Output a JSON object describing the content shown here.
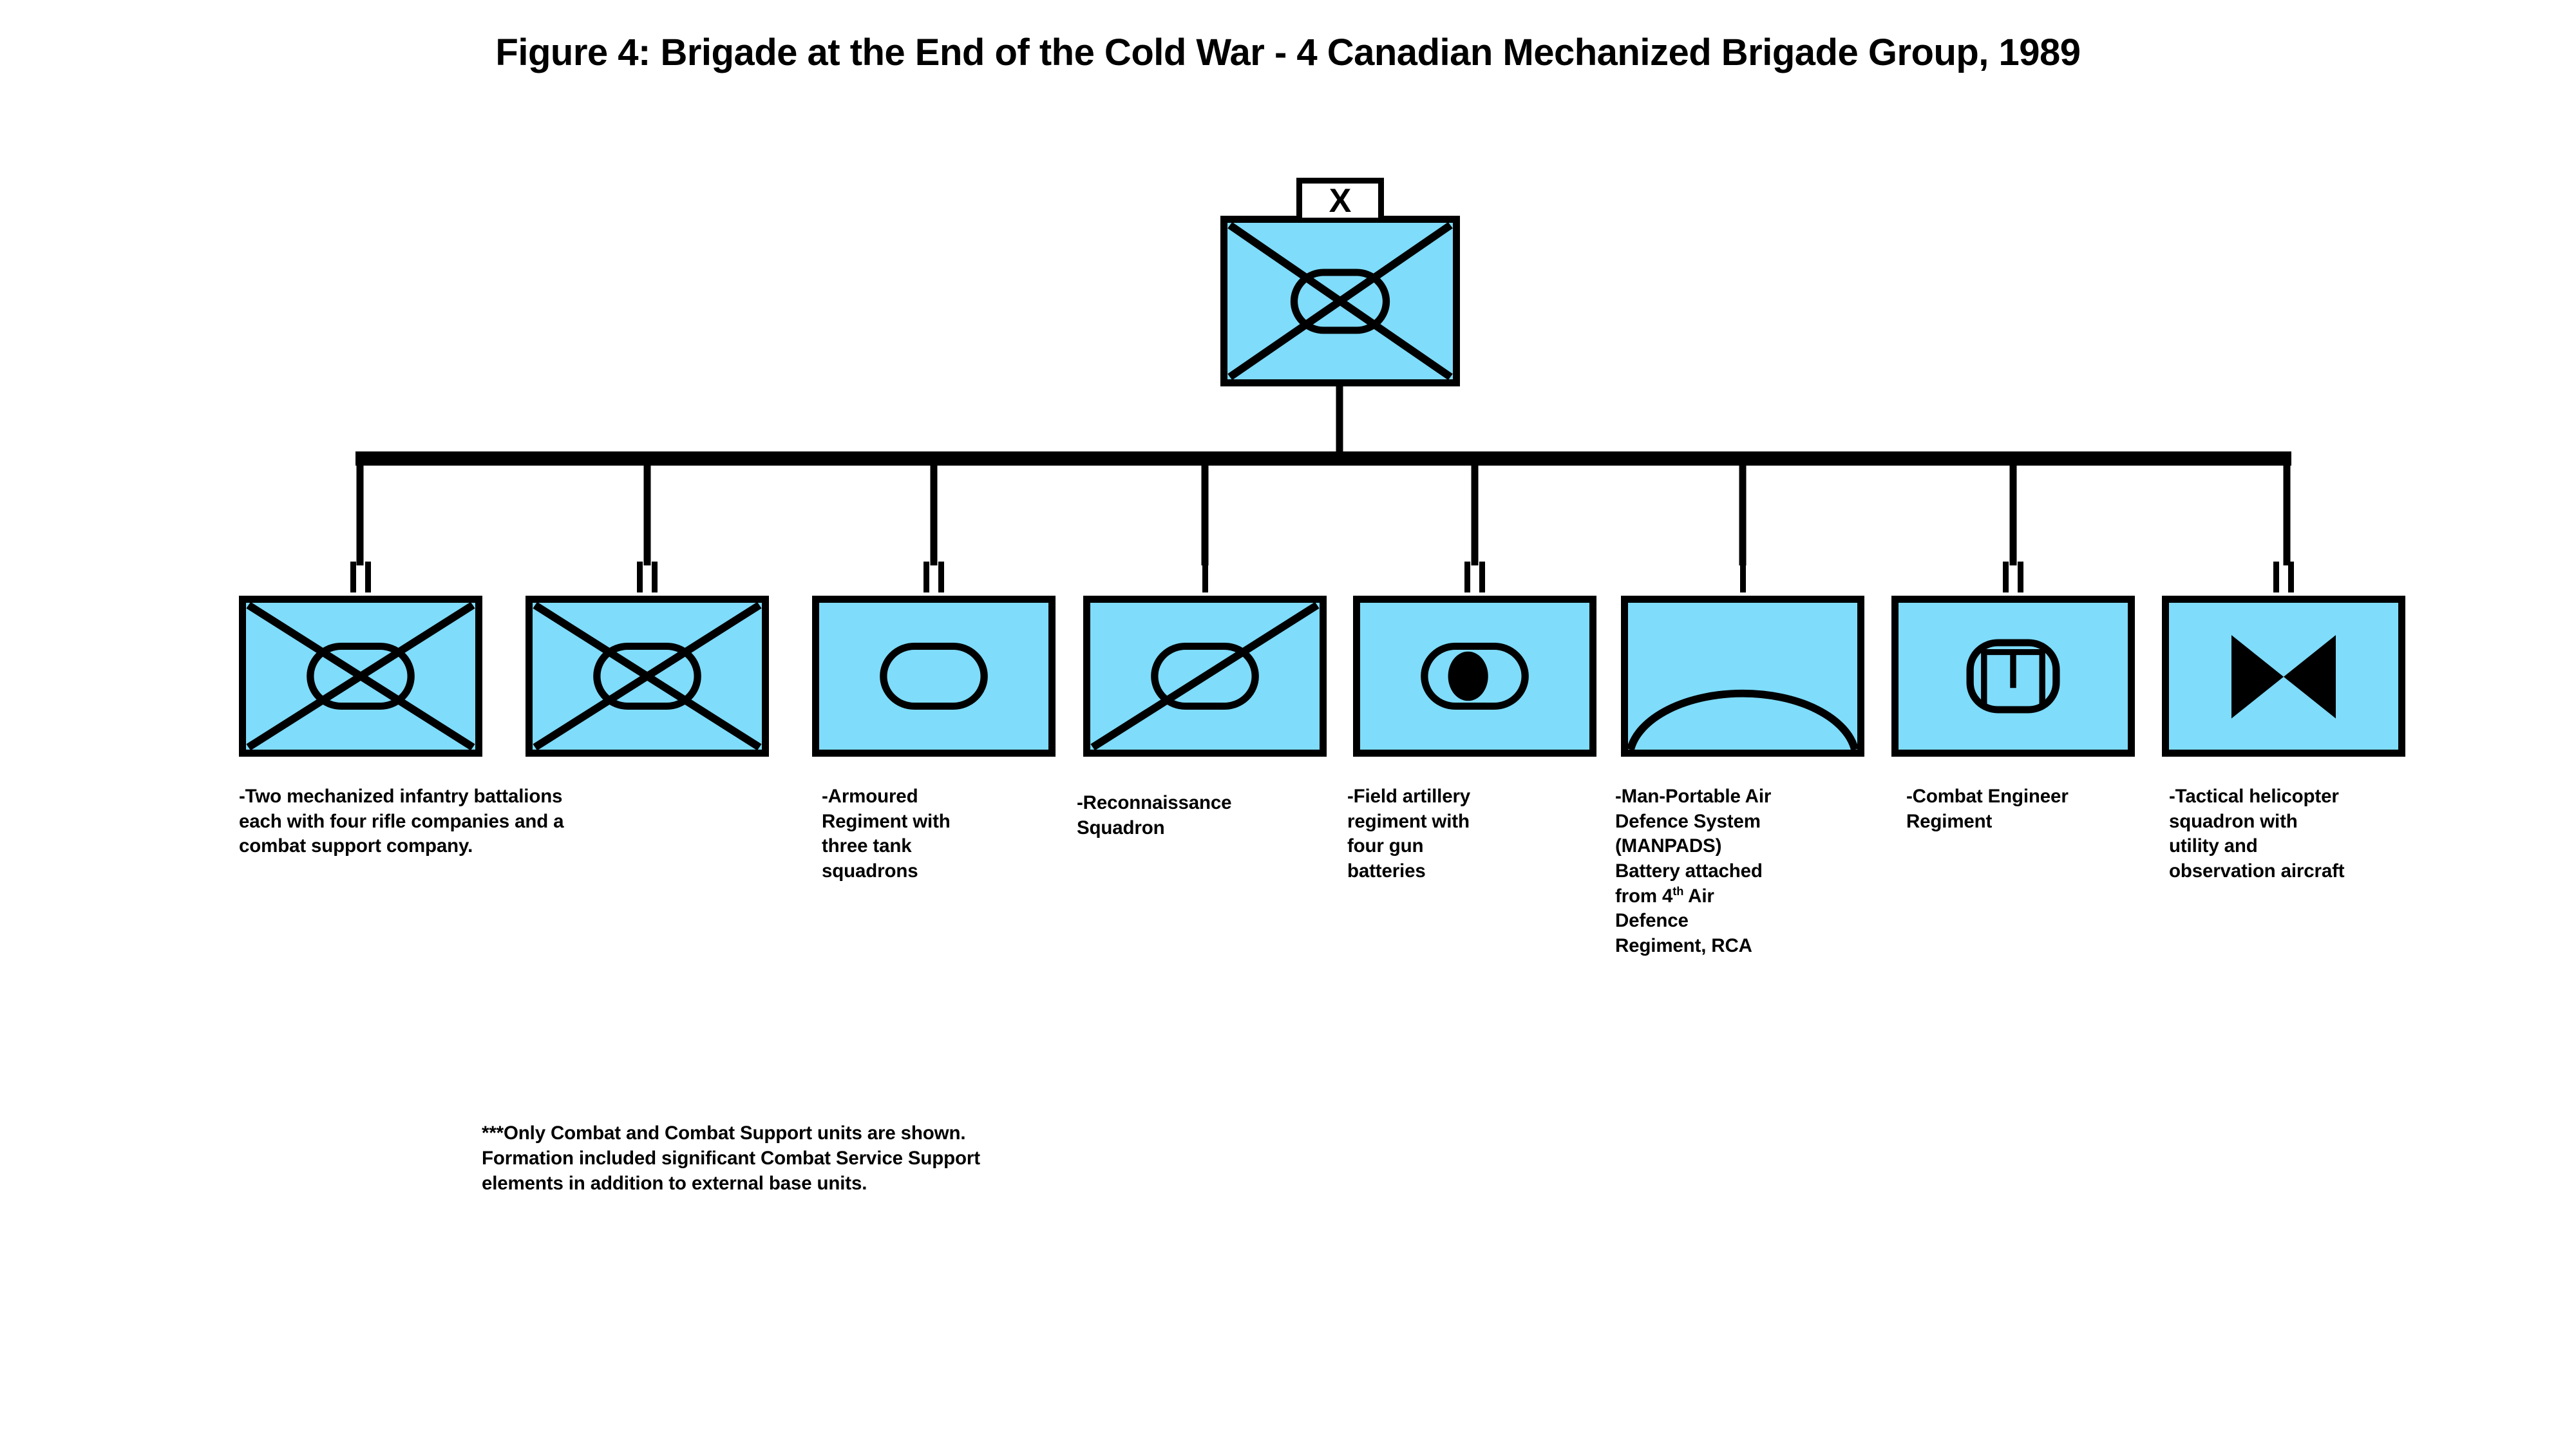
{
  "figure": {
    "title": "Figure 4: Brigade at the End of the Cold War - 4 Canadian Mechanized Brigade Group, 1989",
    "fill_color": "#7fdcfb",
    "line_color": "#000000",
    "background_color": "#ffffff"
  },
  "root": {
    "echelon": "X",
    "echelon_meaning": "brigade",
    "symbol": "mechanized-infantry",
    "symbol_description": "rectangle with infantry cross and armoured oval"
  },
  "units": [
    {
      "index": 1,
      "echelon": "II",
      "echelon_bars": 2,
      "echelon_meaning": "battalion",
      "symbol": "mechanized-infantry",
      "caption": "-Two mechanized infantry battalions\neach with four rifle companies and a\ncombat support company."
    },
    {
      "index": 2,
      "echelon": "II",
      "echelon_bars": 2,
      "echelon_meaning": "battalion",
      "symbol": "mechanized-infantry",
      "caption": ""
    },
    {
      "index": 3,
      "echelon": "II",
      "echelon_bars": 2,
      "echelon_meaning": "battalion",
      "symbol": "armour",
      "caption": "-Armoured\nRegiment with\nthree tank\nsquadrons"
    },
    {
      "index": 4,
      "echelon": "I",
      "echelon_bars": 1,
      "echelon_meaning": "company-squadron",
      "symbol": "reconnaissance",
      "caption": "-Reconnaissance\nSquadron"
    },
    {
      "index": 5,
      "echelon": "II",
      "echelon_bars": 2,
      "echelon_meaning": "battalion",
      "symbol": "self-propelled-artillery",
      "caption": "-Field artillery\nregiment with\nfour gun\nbatteries"
    },
    {
      "index": 6,
      "echelon": "I",
      "echelon_bars": 1,
      "echelon_meaning": "battery",
      "symbol": "air-defence",
      "caption_pre": "-Man-Portable Air\nDefence System\n(MANPADS)\nBattery attached\nfrom 4",
      "caption_sup": "th",
      "caption_post": " Air\nDefence\nRegiment, RCA"
    },
    {
      "index": 7,
      "echelon": "II",
      "echelon_bars": 2,
      "echelon_meaning": "battalion",
      "symbol": "combat-engineer",
      "caption": "-Combat Engineer\nRegiment"
    },
    {
      "index": 8,
      "echelon": "II",
      "echelon_bars": 2,
      "echelon_meaning": "battalion",
      "symbol": "rotary-wing-aviation",
      "caption": "-Tactical helicopter\nsquadron with\nutility and\nobservation aircraft"
    }
  ],
  "footnote": "***Only Combat and Combat Support units are shown.\nFormation included significant Combat Service Support\nelements in addition to external base units."
}
